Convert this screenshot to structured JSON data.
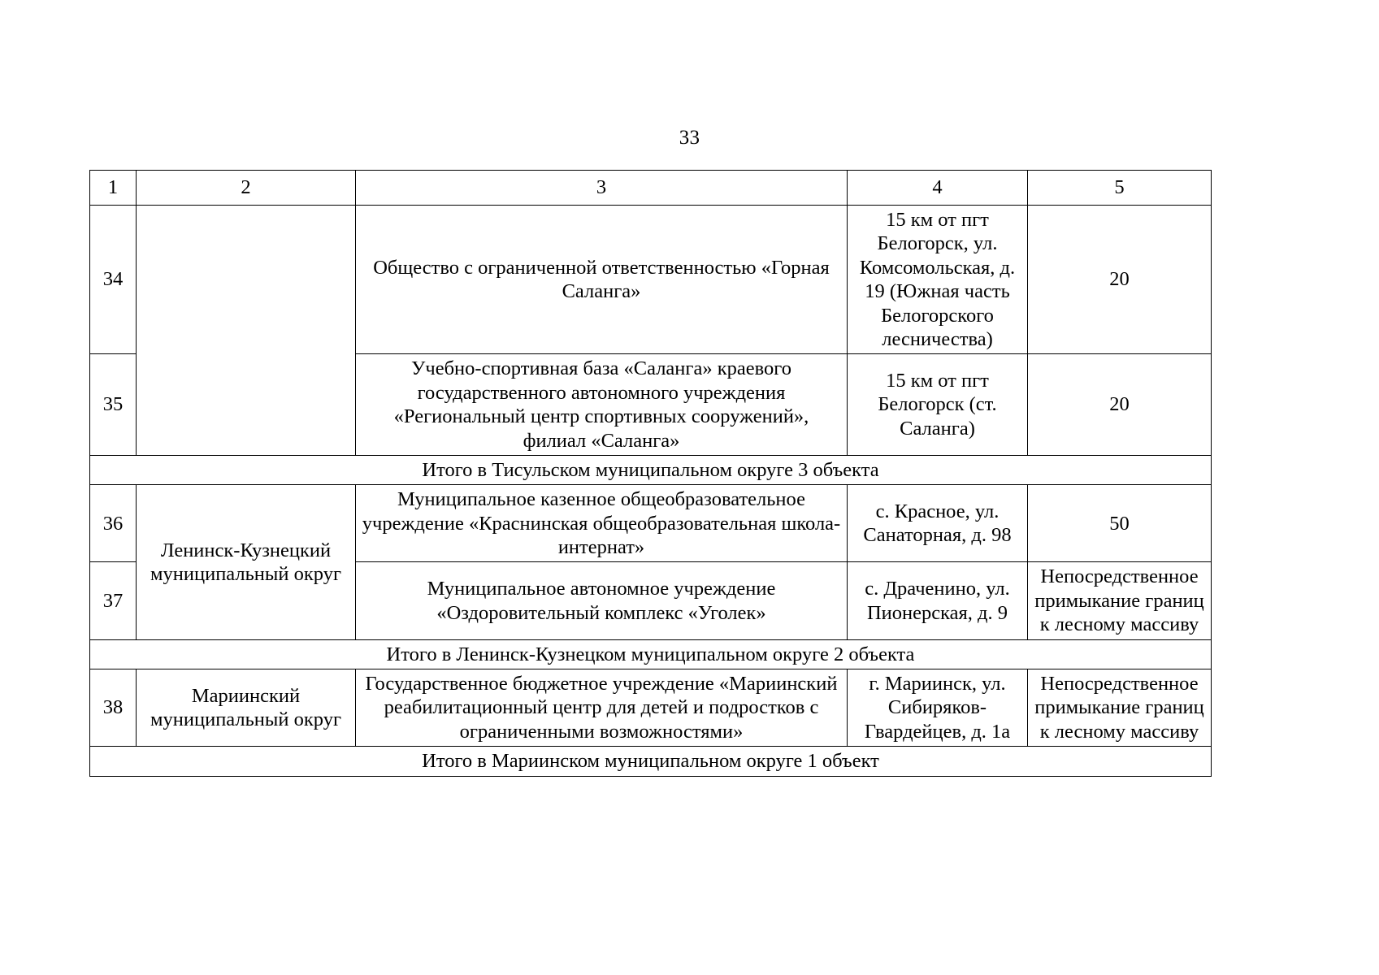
{
  "document": {
    "page_number": "33"
  },
  "table": {
    "column_headers": [
      "1",
      "2",
      "3",
      "4",
      "5"
    ],
    "rows": [
      {
        "type": "data",
        "num": "34",
        "district": "",
        "organization": "Общество с ограниченной ответственностью «Горная Саланга»",
        "location": "15 км от пгт Белогорск, ул. Комсомольская, д. 19 (Южная часть Белогорского лесничества)",
        "distance": "20"
      },
      {
        "type": "data",
        "num": "35",
        "district": "",
        "organization": "Учебно-спортивная база «Саланга» краевого государственного автономного учреждения «Региональный центр спортивных сооружений», филиал «Саланга»",
        "location": "15 км от пгт Белогорск (ст. Саланга)",
        "distance": "20"
      },
      {
        "type": "total",
        "text": "Итого в Тисульском муниципальном округе 3 объекта"
      },
      {
        "type": "data",
        "num": "36",
        "district": "Ленинск-Кузнецкий муниципальный округ",
        "organization": "Муниципальное казенное общеобразовательное учреждение «Краснинская общеобразовательная школа-интернат»",
        "location": "с. Красное, ул. Санаторная, д. 98",
        "distance": "50"
      },
      {
        "type": "data",
        "num": "37",
        "district": "",
        "organization": "Муниципальное автономное учреждение «Оздоровительный комплекс «Уголек»",
        "location": "с. Драченино, ул. Пионерская, д. 9",
        "distance": "Непосредственное примыкание границ к лесному массиву"
      },
      {
        "type": "total",
        "text": "Итого в Ленинск-Кузнецком муниципальном округе 2 объекта"
      },
      {
        "type": "data",
        "num": "38",
        "district": "Мариинский муниципальный округ",
        "organization": "Государственное бюджетное учреждение «Мариинский реабилитационный центр для детей и подростков с ограниченными возможностями»",
        "location": "г. Мариинск, ул. Сибиряков-Гвардейцев, д. 1а",
        "distance": "Непосредственное примыкание границ к лесному массиву"
      },
      {
        "type": "total",
        "text": "Итого в Мариинском муниципальном округе 1 объект"
      }
    ]
  }
}
